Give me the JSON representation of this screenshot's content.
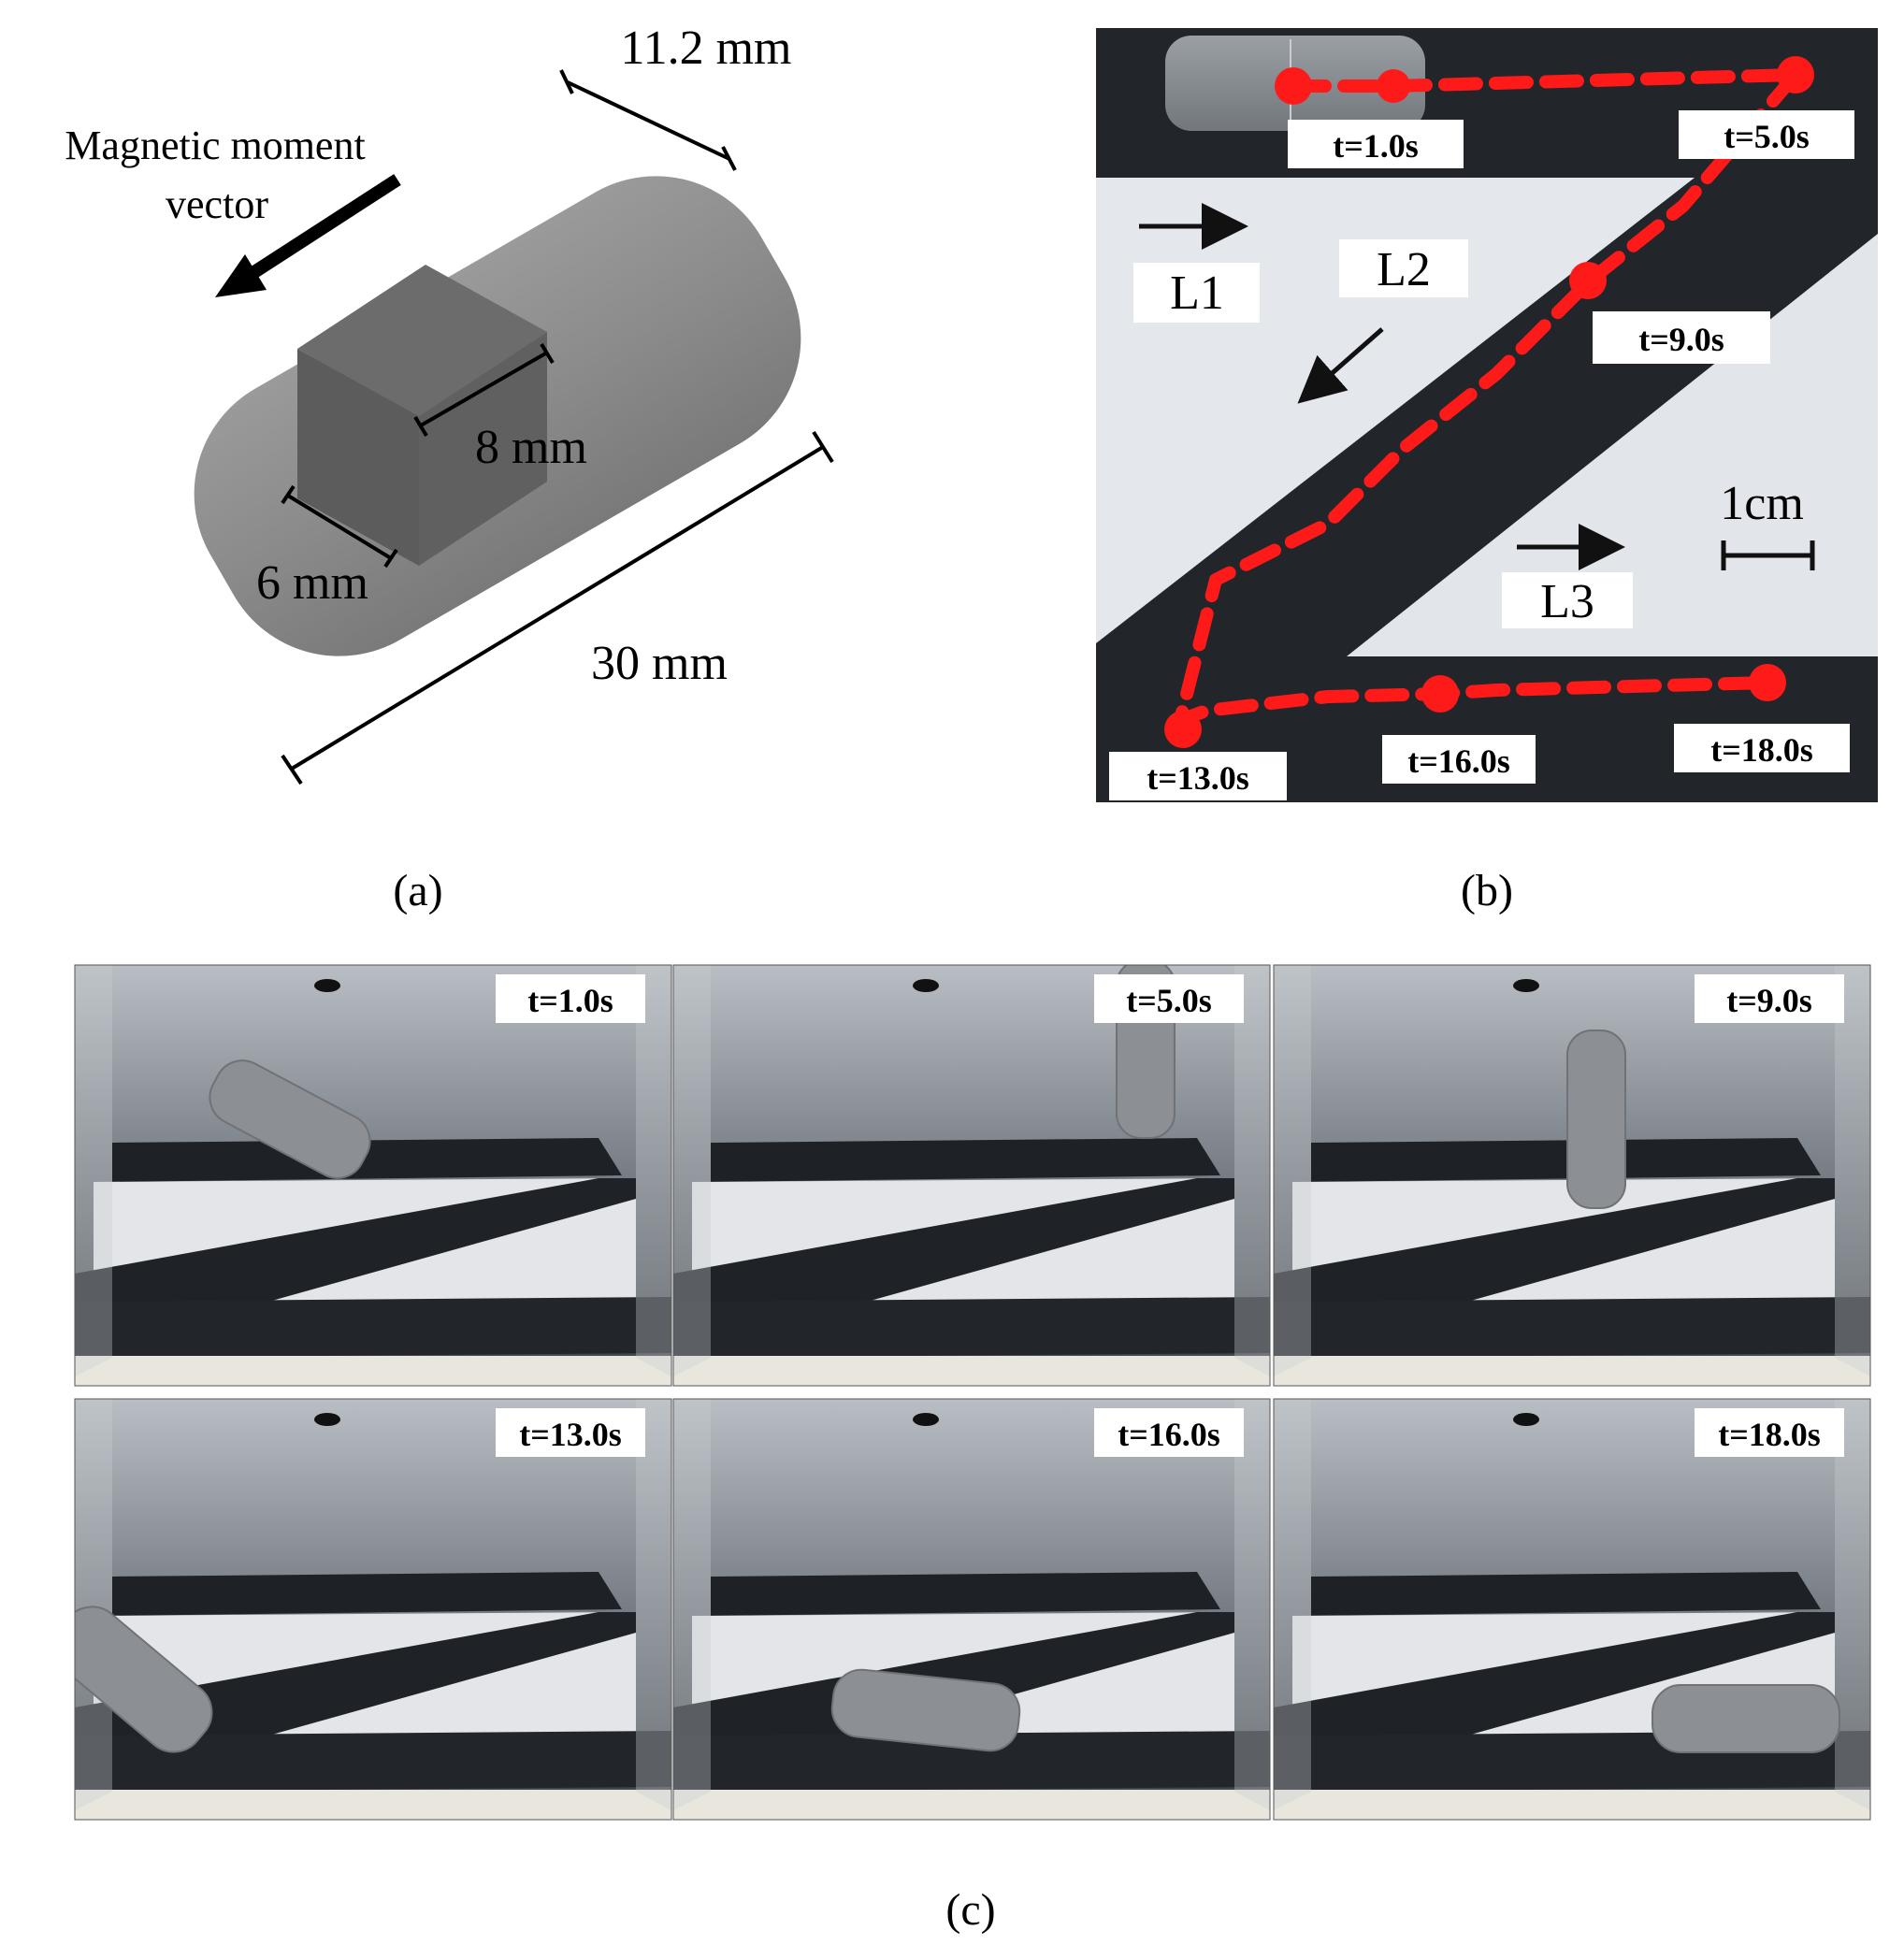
{
  "panel_a": {
    "caption": "(a)",
    "magnetic_label_line1": "Magnetic moment",
    "magnetic_label_line2": "vector",
    "dim_width": "11.2 mm",
    "dim_cube": "8 mm",
    "dim_depth": "6 mm",
    "dim_length": "30 mm"
  },
  "panel_b": {
    "caption": "(b)",
    "lane_labels": [
      "L1",
      "L2",
      "L3"
    ],
    "scale_label": "1cm",
    "time_labels": [
      "t=1.0s",
      "t=5.0s",
      "t=9.0s",
      "t=13.0s",
      "t=16.0s",
      "t=18.0s"
    ]
  },
  "panel_c": {
    "caption": "(c)",
    "frame_labels": [
      "t=1.0s",
      "t=5.0s",
      "t=9.0s",
      "t=13.0s",
      "t=16.0s",
      "t=18.0s"
    ]
  },
  "colors": {
    "trajectory": "#ff1a1a",
    "track_dark": "#22262a",
    "board_light": "#e4e7ec",
    "robot_gray": "#8a8a8a"
  }
}
